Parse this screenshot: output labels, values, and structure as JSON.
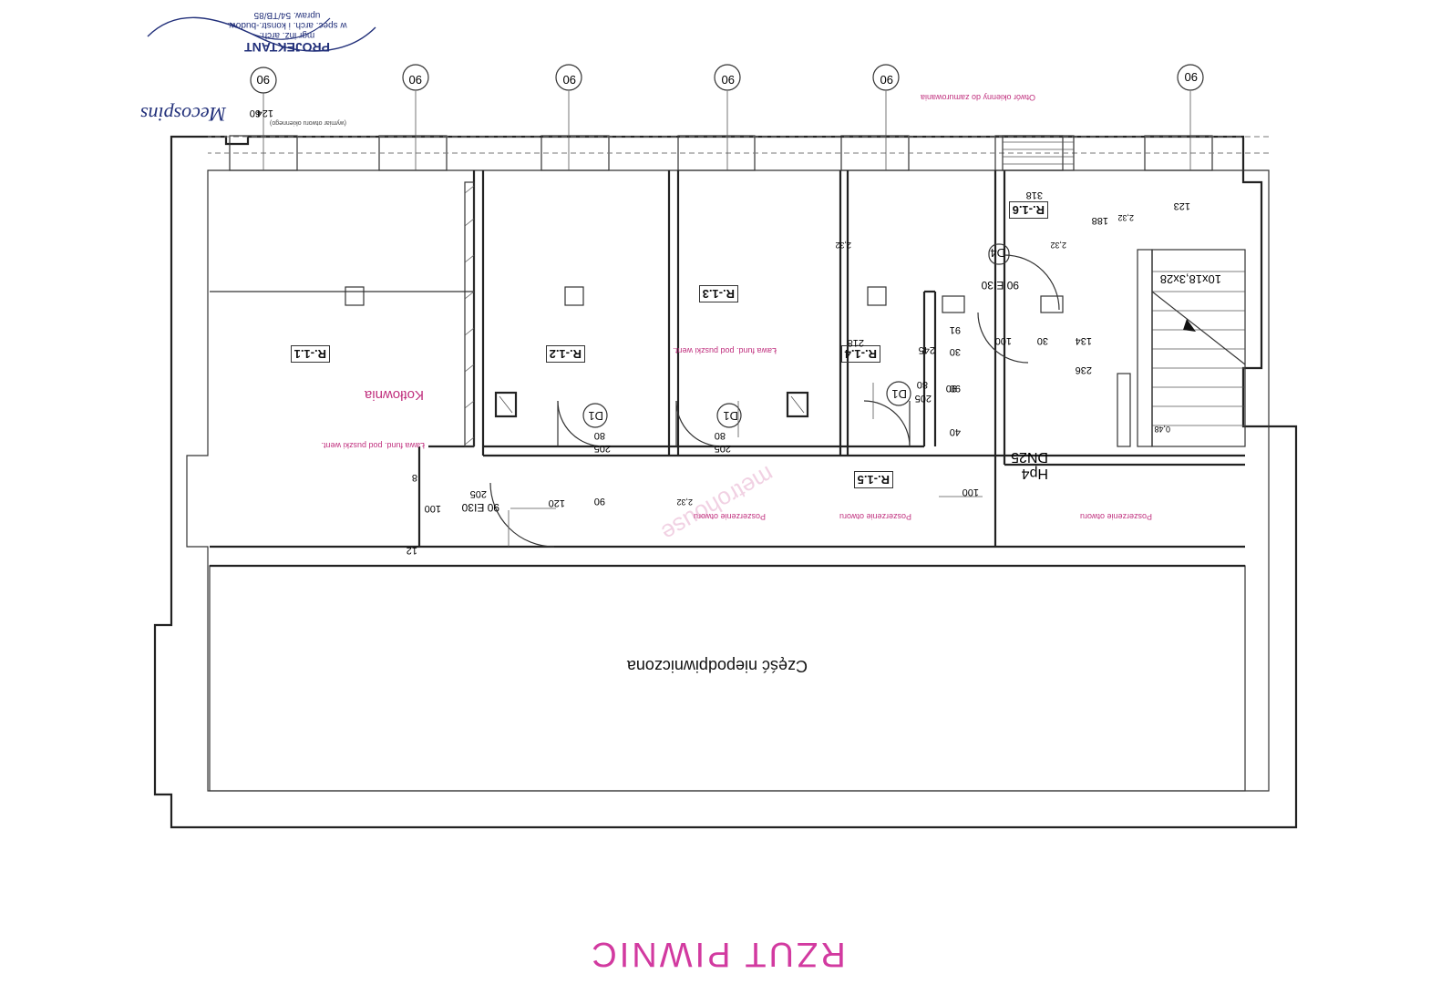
{
  "title": "RZUT PIWNIC",
  "unbasemented_label": "Część niepodpiwniczona",
  "boiler_room_label": "Kotłownia",
  "rooms": [
    "R.-1.1",
    "R.-1.2",
    "R.-1.3",
    "R.-1.4",
    "R.-1.5",
    "R.-1.6"
  ],
  "doors": {
    "d1": "D1",
    "d4": "D4"
  },
  "window_marker": "90",
  "window_dims": {
    "width": "60",
    "height": "124"
  },
  "window_note": "(wymiar otworu okiennego)",
  "dims": {
    "d205": "205",
    "d80": "80",
    "d90": "90",
    "d100": "100",
    "d120": "120",
    "d218": "218",
    "d318": "318",
    "d188": "188",
    "d123": "123",
    "d236": "236",
    "d134": "134",
    "d30": "30",
    "d91": "91",
    "d40": "40",
    "d245": "245",
    "d8": "8",
    "d12": "12"
  },
  "fire_door_ei30": "90 EI30",
  "elevations": {
    "e1": "2,32",
    "e2": "0,48"
  },
  "stairs": "10x18,3x28",
  "hydrant": {
    "type": "Hp4",
    "size": "DN25"
  },
  "notes": {
    "vent": "Ława fund. pod puszki went.",
    "widen": "Poszerzenie otworu",
    "cellar_vent": "Ława fund. pod puszki went.",
    "window_hole": "Otwór okienny do zamurowania"
  },
  "stamp": {
    "heading": "PROJEKTANT",
    "line1": "mgr inż. arch.",
    "line2": "w spec. arch. i konstr.-budow.",
    "line3": "upraw. 54/TB/85"
  },
  "signature": "Mecospins",
  "watermark": "metrohouse"
}
